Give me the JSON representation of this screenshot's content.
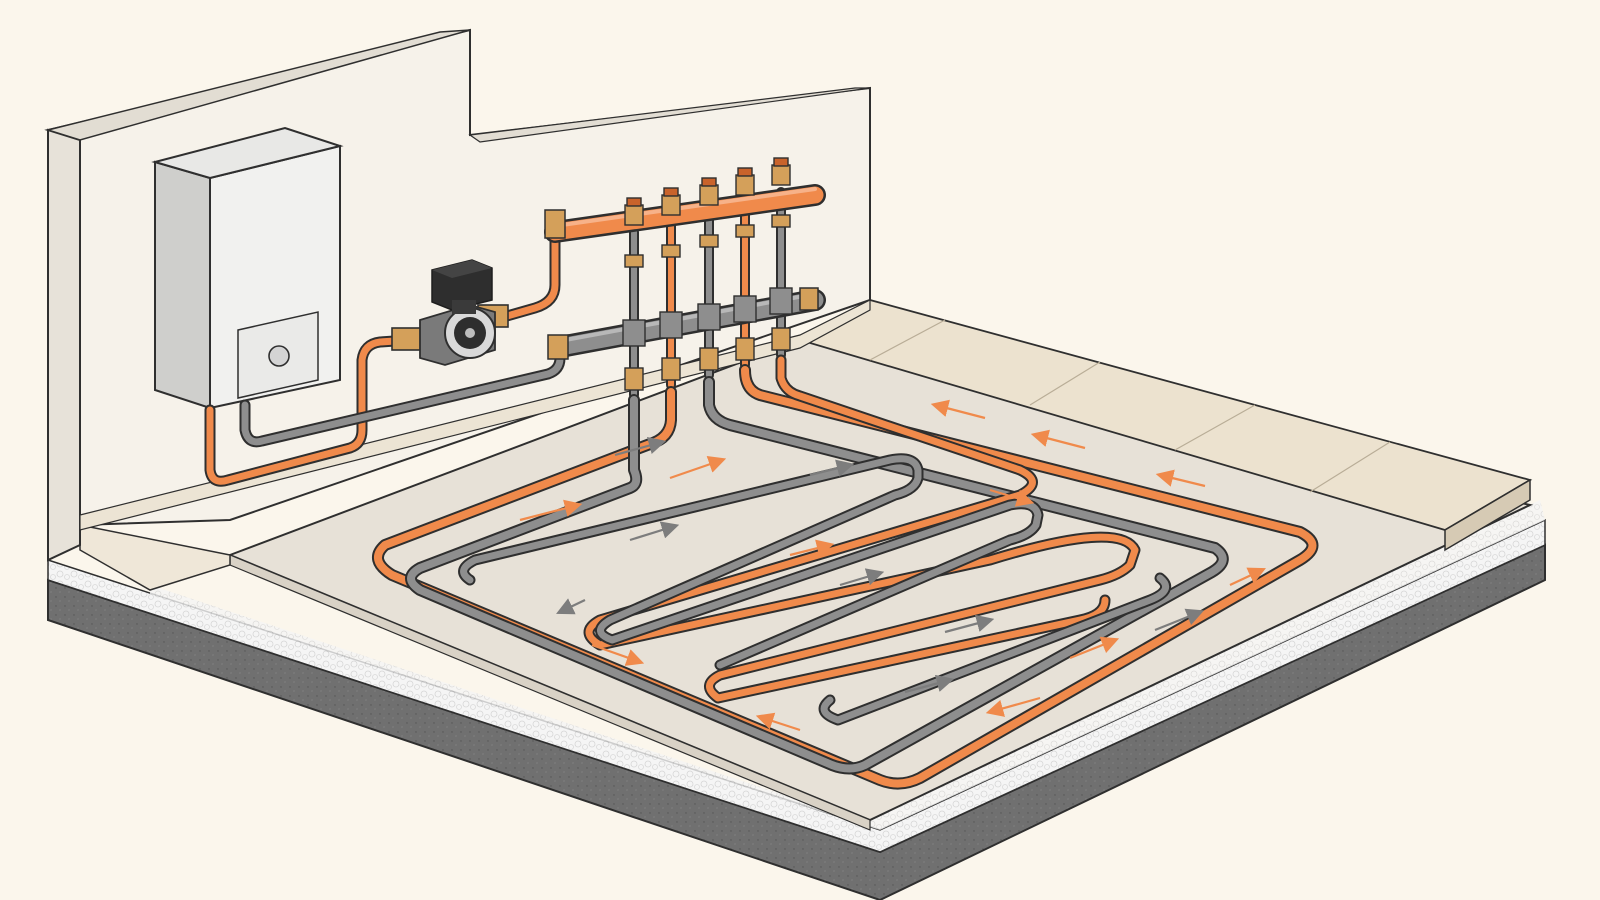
{
  "colors": {
    "background": "#fbf6ec",
    "wall": "#f6f2ea",
    "wall_top": "#e7e2d9",
    "outline": "#2f2f2f",
    "boiler": "#f1f1ef",
    "boiler_side": "#c9c9c6",
    "pump_body": "#6b6b6b",
    "pump_head": "#2e2e2e",
    "supply_pipe": "#f08a4b",
    "supply_pipe_dark": "#c9632b",
    "return_pipe": "#8e8e8e",
    "return_pipe_dark": "#5c5c5c",
    "brass": "#d4a05a",
    "screed": "#e6e0d6",
    "tile": "#ece2cf",
    "insulation": "#f4f4f4",
    "concrete": "#6e6e6e"
  },
  "components": [
    {
      "name": "wall",
      "icon": "wall-shape"
    },
    {
      "name": "boiler",
      "icon": "boiler-box"
    },
    {
      "name": "circulation-pump",
      "icon": "pump-icon"
    },
    {
      "name": "supply-manifold",
      "icon": "manifold-bar",
      "ports": 5
    },
    {
      "name": "return-manifold",
      "icon": "manifold-bar",
      "ports": 5
    },
    {
      "name": "underfloor-pipe-loop",
      "icon": "serpentine-pipe"
    },
    {
      "name": "floor-tiles",
      "icon": "tile-strip"
    },
    {
      "name": "insulation-layer",
      "icon": "foam-layer"
    },
    {
      "name": "concrete-slab",
      "icon": "slab"
    }
  ]
}
